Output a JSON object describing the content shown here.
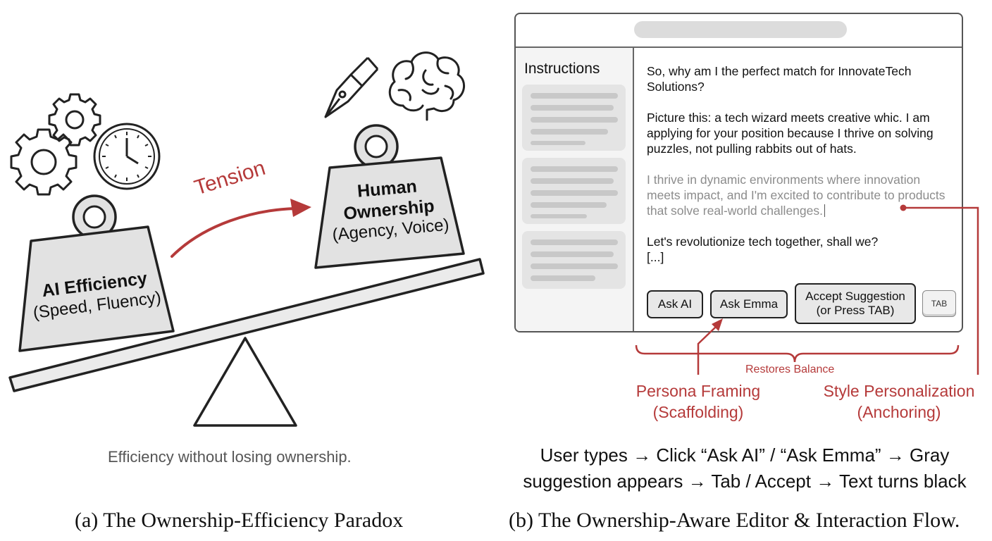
{
  "panel_a": {
    "tension_label": "Tension",
    "ai_weight": {
      "title": "AI Efficiency",
      "subtitle": "(Speed, Fluency)"
    },
    "human_weight": {
      "title_line1": "Human",
      "title_line2": "Ownership",
      "subtitle": "(Agency, Voice)"
    },
    "tagline": "Efficiency without losing ownership.",
    "caption": "(a) The Ownership-Efficiency Paradox"
  },
  "panel_b": {
    "sidebar_title": "Instructions",
    "document": {
      "para1": "So, why am I the perfect match for InnovateTech Solutions?",
      "para2": "Picture this: a tech wizard meets creative whic. I am applying for your position because I thrive on solving puzzles, not pulling rabbits out of hats.",
      "suggestion": "I thrive in dynamic environments where innovation meets impact, and I'm excited to contribute to products that solve real-world challenges.",
      "para3_line1": "Let's revolutionize tech together, shall we?",
      "para3_line2": "[...]"
    },
    "buttons": {
      "ask_ai": "Ask AI",
      "ask_emma": "Ask Emma",
      "accept_line1": "Accept Suggestion",
      "accept_line2": "(or Press TAB)",
      "tab_key": "TAB"
    },
    "annotations": {
      "restores_balance": "Restores Balance",
      "persona_line1": "Persona Framing",
      "persona_line2": "(Scaffolding)",
      "style_line1": "Style Personalization",
      "style_line2": "(Anchoring)"
    },
    "flow_line1": "User types → Click “Ask AI” / “Ask Emma” → Gray",
    "flow_line2": "suggestion appears → Tab / Accept → Text turns black",
    "caption": "(b) The Ownership-Aware Editor & Interaction Flow."
  },
  "colors": {
    "accent_red": "#b53a3a",
    "weight_fill": "#e2e2e2",
    "suggestion_gray": "#8c8c8c"
  }
}
